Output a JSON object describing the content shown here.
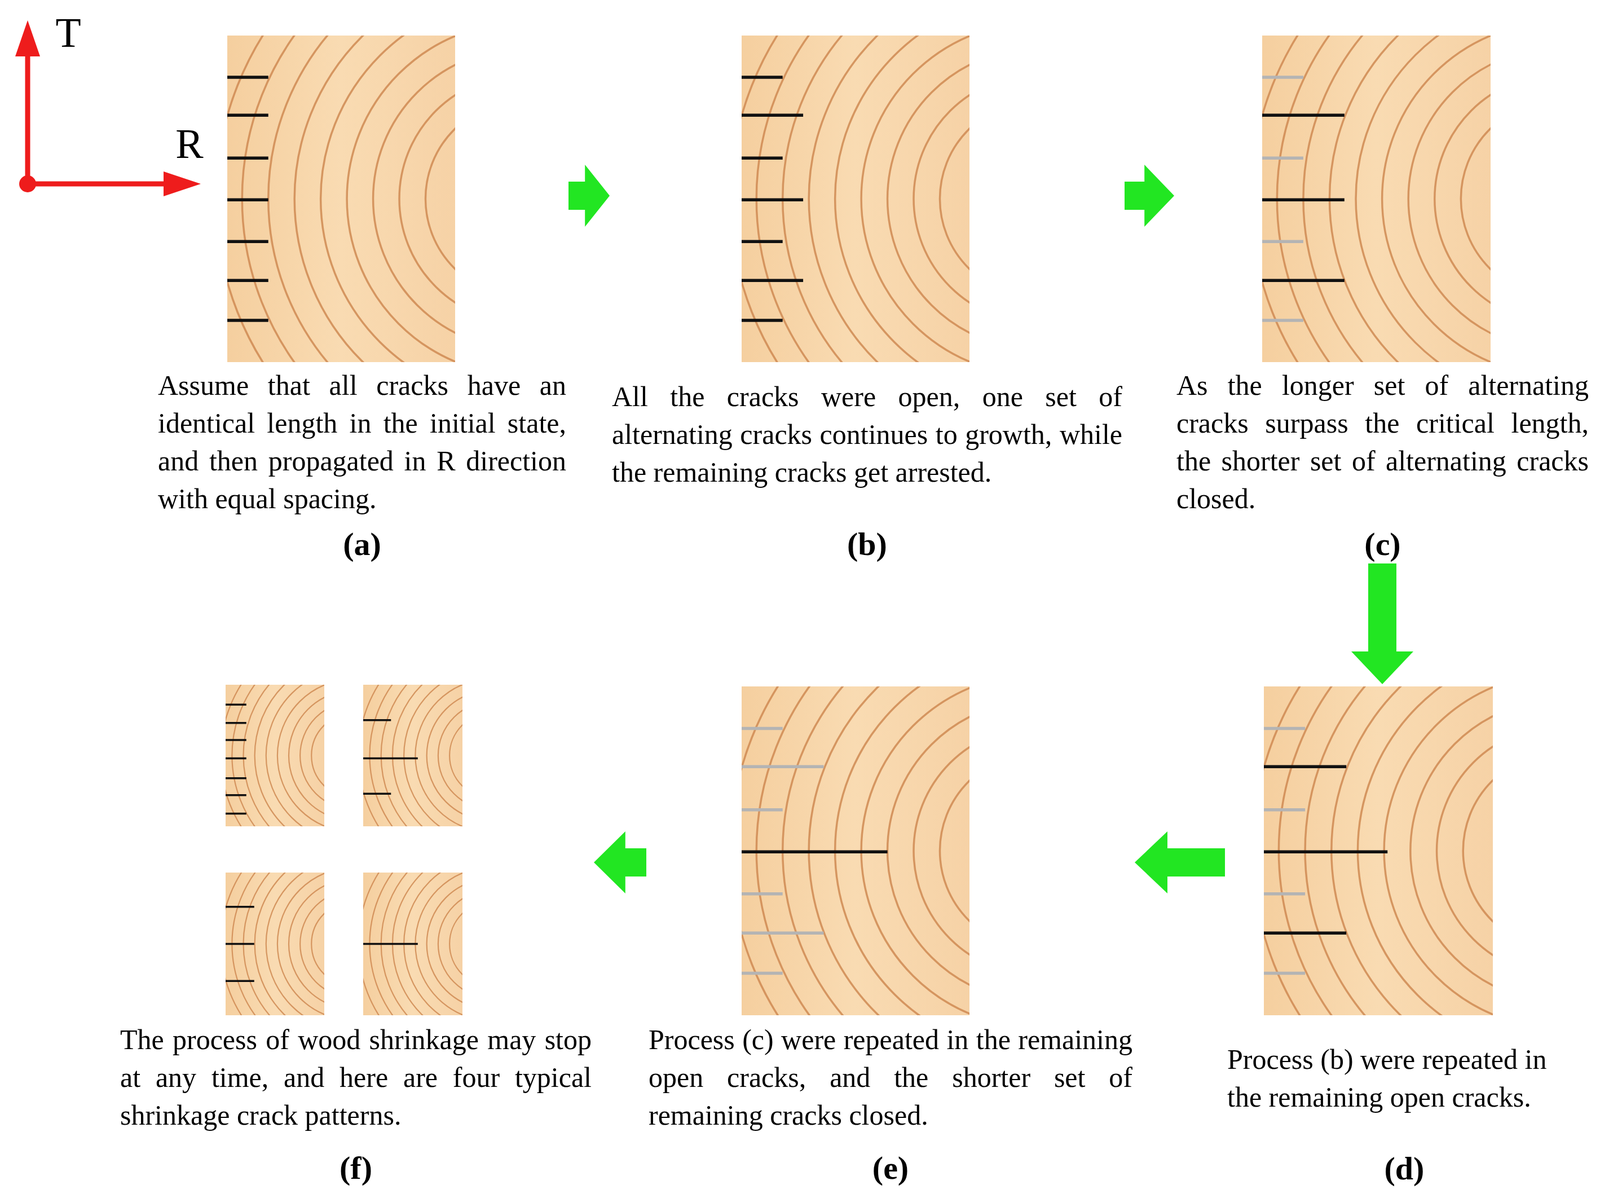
{
  "diagram": {
    "nodes": [
      {
        "text": [
          "Assume that all cracks have an identical length in the initial state, and then propagated in R direction with equal spacing.",
          "(a)"
        ]
      },
      {
        "text": [
          "All the cracks were open, one set of alternating cracks continues to growth, while the remaining cracks get arrested.",
          "(b)"
        ]
      },
      {
        "text": [
          "As the longer set of alternating cracks surpass the critical length, the shorter set of alternating cracks closed.",
          "(c)"
        ]
      },
      {
        "text": [
          "Process (b) were repeated in the remaining open cracks.",
          "(d)"
        ]
      },
      {
        "text": [
          "Process (c) were repeated in the remaining open cracks, and the shorter set of remaining cracks closed.",
          "(e)"
        ]
      },
      {
        "text": [
          "The process of wood shrinkage may stop at any time, and here are four typical shrinkage crack patterns.",
          "(f)"
        ]
      }
    ],
    "edges": [
      {
        "from": 0,
        "to": 1,
        "arrow": "to"
      },
      {
        "from": 1,
        "to": 2,
        "arrow": "to"
      },
      {
        "from": 2,
        "to": 3,
        "arrow": "to"
      },
      {
        "from": 3,
        "to": 4,
        "arrow": "to"
      },
      {
        "from": 4,
        "to": 5,
        "arrow": "to"
      }
    ],
    "labels": [
      "T",
      "R"
    ]
  }
}
